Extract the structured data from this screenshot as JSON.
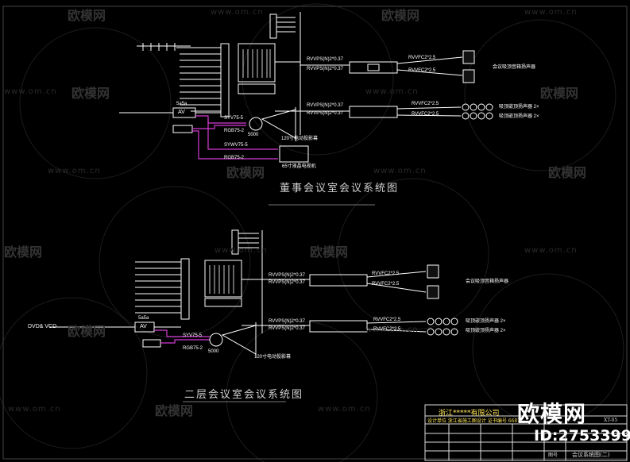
{
  "watermarks": {
    "site": "www.om.cn",
    "brand": "欧模网",
    "big_brand": "欧模网",
    "id": "ID:2753399"
  },
  "diagram1": {
    "title": "董事会议室会议系统图",
    "cable_labels": [
      "RVVPS(N)2*0.37",
      "RVVPS(N)2*0.37",
      "RVVFC2*2.5",
      "RVVFC2*2.5",
      "RVVPS(N)2*0.37",
      "RVVPS(N)2*0.37",
      "RVVFC2*2.5",
      "RVVFC2*2.5"
    ],
    "video_labels": [
      "SYV75-5",
      "RGB75-2",
      "SYWV75-5",
      "RGB75-2"
    ],
    "av_box": "AV",
    "av_top": "5a5a",
    "projector": "5000",
    "screen": "120寸电动投影幕",
    "tv": "65寸液晶电视机",
    "speaker_note_1": "会议吸顶音箱扬声器",
    "speaker_note_2": "吸顶嵌顶扬声器 2×",
    "speaker_note_3": "吸顶嵌顶扬声器 2×"
  },
  "diagram2": {
    "title": "二层会议室会议系统图",
    "cable_labels": [
      "RVVPS(N)2*0.37",
      "RVVPS(N)2*0.37",
      "RVVFC2*2.5",
      "RVVFC2*2.5",
      "RVVPS(N)2*0.37",
      "RVVPS(N)2*0.37",
      "RVVFC2*2.5",
      "RVVFC2*2.5"
    ],
    "video_labels": [
      "SYV75-5",
      "RGB75-2"
    ],
    "dvd": "DVD& VCD",
    "av_box": "AV",
    "av_top": "5a5a",
    "projector": "5000",
    "screen": "120寸电动投影幕",
    "speaker_note_1": "会议吸顶音箱扬声器",
    "speaker_note_2": "吸顶嵌顶扬声器 2×",
    "speaker_note_3": "吸顶嵌顶扬声器 2×"
  },
  "title_block": {
    "company": "浙江*****有限公司",
    "row2": "设计单位  浙江省施工图设计  证书编号 6681",
    "drawing_name": "会议系统图(二)",
    "sheet_label": "图号",
    "sheet_code": "XT-05"
  }
}
